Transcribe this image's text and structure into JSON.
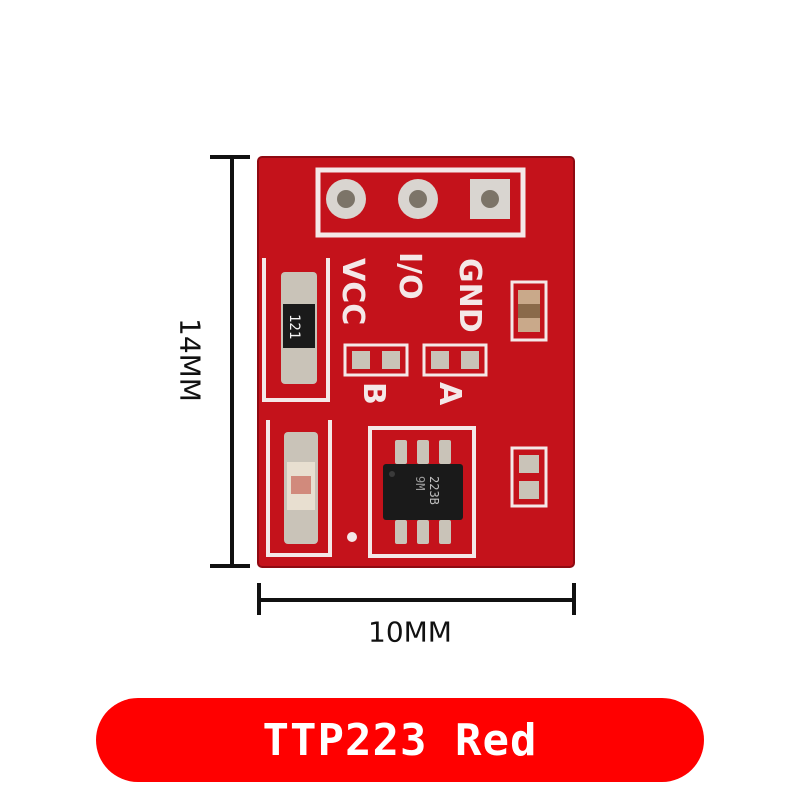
{
  "product_label": "TTP223 Red",
  "dimensions": {
    "height": "14MM",
    "width": "10MM"
  },
  "silkscreen": {
    "pins": [
      "GND",
      "I/O",
      "VCC"
    ],
    "jumper_a": "A",
    "jumper_b": "B",
    "resistor": "121",
    "chip": "223B",
    "chip_code": "9M"
  },
  "colors": {
    "board": "#c4121b",
    "banner": "#ff0000",
    "banner_text": "#ffffff"
  }
}
